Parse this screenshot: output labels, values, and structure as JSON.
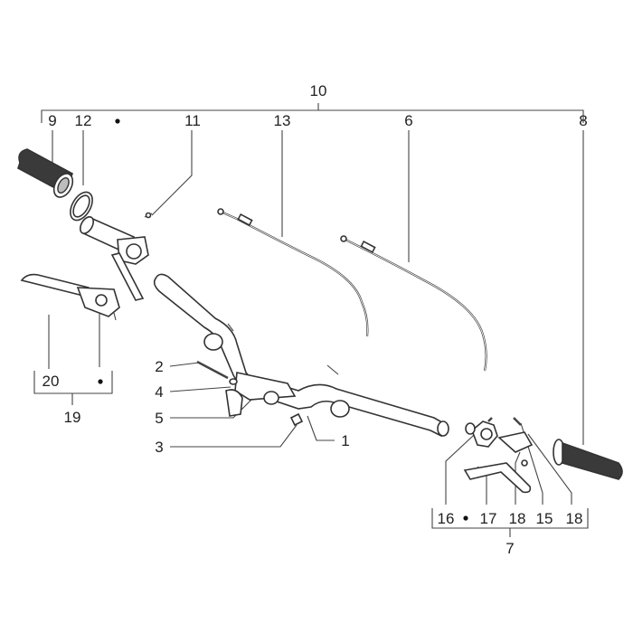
{
  "labels": {
    "l10": "10",
    "l9": "9",
    "l12": "12",
    "l11": "11",
    "l13": "13",
    "l6": "6",
    "l8": "8",
    "l20": "20",
    "l19": "19",
    "l2": "2",
    "l4": "4",
    "l5": "5",
    "l3": "3",
    "l1": "1",
    "l16": "16",
    "l17": "17",
    "l18a": "18",
    "l15": "15",
    "l18b": "18",
    "l7": "7"
  },
  "colors": {
    "line": "#444444",
    "part_fill": "#ffffff",
    "grip_fill": "#3a3a3a"
  }
}
